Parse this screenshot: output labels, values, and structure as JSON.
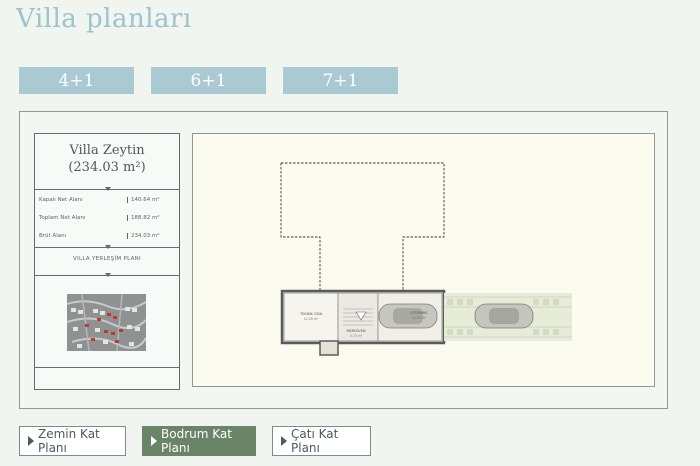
{
  "page": {
    "title": "Villa planları"
  },
  "type_tabs": [
    {
      "label": "4+1"
    },
    {
      "label": "6+1"
    },
    {
      "label": "7+1"
    }
  ],
  "villa_card": {
    "name": "Villa Zeytin",
    "area": "(234.03 m²)",
    "stats": [
      {
        "label": "Kapalı Net Alanı",
        "value": "140.64 m²"
      },
      {
        "label": "Toplam Net Alanı",
        "value": "188.82 m²"
      },
      {
        "label": "Brüt Alanı",
        "value": "234.03 m²"
      }
    ],
    "map_link": "VILLA YERLEŞİM PLANI"
  },
  "plan": {
    "rooms": [
      {
        "name": "TEKNİK ODA",
        "area": "12.26 m²"
      },
      {
        "name": "OTOPARK",
        "area": "50.88 m²"
      },
      {
        "name": "MERDİVEN",
        "area": "3.73 m²"
      }
    ]
  },
  "floor_tabs": [
    {
      "label": "Zemin Kat Planı",
      "active": false
    },
    {
      "label": "Bodrum Kat Planı",
      "active": true
    },
    {
      "label": "Çatı Kat Planı",
      "active": false
    }
  ],
  "colors": {
    "accent": "#a9cad3",
    "active_tab": "#6a8468",
    "plan_bg": "#fbfcef"
  }
}
